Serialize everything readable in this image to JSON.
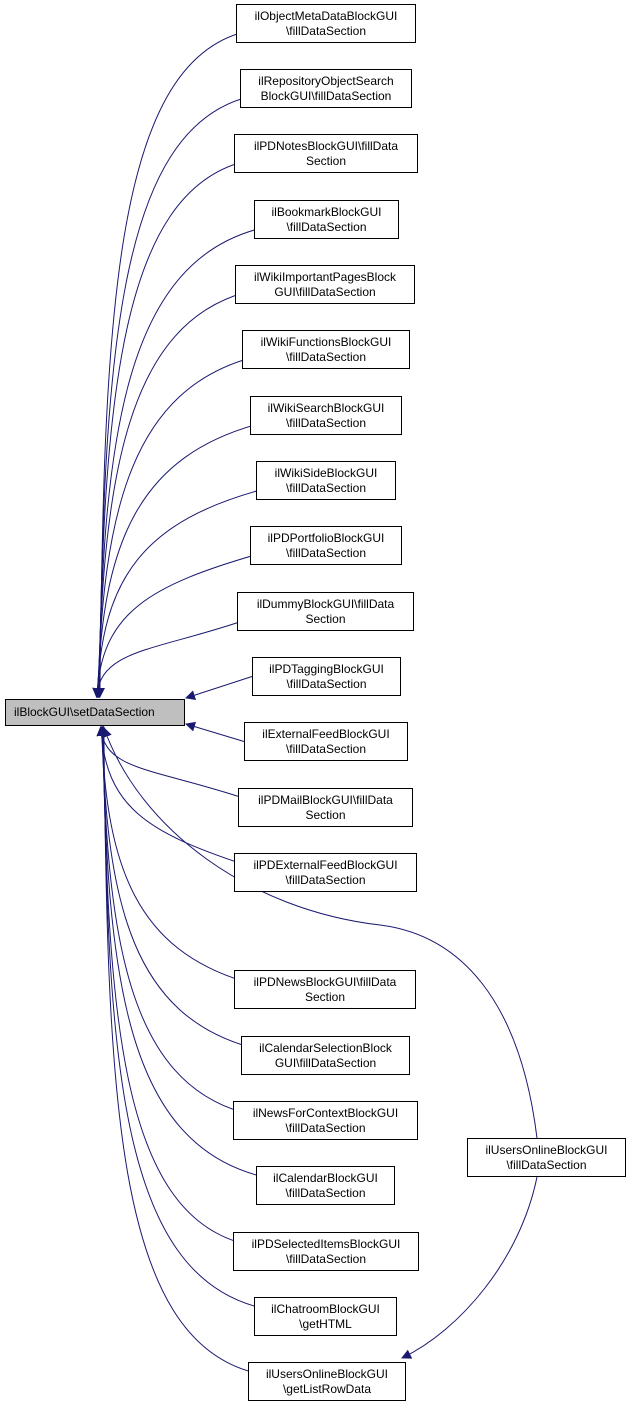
{
  "colors": {
    "edge": "#191970",
    "root_fill": "#bfbfbf",
    "node_fill": "#ffffff",
    "border": "#000000"
  },
  "root": {
    "label": "ilBlockGUI\\setDataSection"
  },
  "callers": [
    {
      "line1": "ilObjectMetaDataBlockGUI",
      "line2": "\\fillDataSection"
    },
    {
      "line1": "ilRepositoryObjectSearch",
      "line2": "BlockGUI\\fillDataSection"
    },
    {
      "line1": "ilPDNotesBlockGUI\\fillData",
      "line2": "Section"
    },
    {
      "line1": "ilBookmarkBlockGUI",
      "line2": "\\fillDataSection"
    },
    {
      "line1": "ilWikiImportantPagesBlock",
      "line2": "GUI\\fillDataSection"
    },
    {
      "line1": "ilWikiFunctionsBlockGUI",
      "line2": "\\fillDataSection"
    },
    {
      "line1": "ilWikiSearchBlockGUI",
      "line2": "\\fillDataSection"
    },
    {
      "line1": "ilWikiSideBlockGUI",
      "line2": "\\fillDataSection"
    },
    {
      "line1": "ilPDPortfolioBlockGUI",
      "line2": "\\fillDataSection"
    },
    {
      "line1": "ilDummyBlockGUI\\fillData",
      "line2": "Section"
    },
    {
      "line1": "ilPDTaggingBlockGUI",
      "line2": "\\fillDataSection"
    },
    {
      "line1": "ilExternalFeedBlockGUI",
      "line2": "\\fillDataSection"
    },
    {
      "line1": "ilPDMailBlockGUI\\fillData",
      "line2": "Section"
    },
    {
      "line1": "ilPDExternalFeedBlockGUI",
      "line2": "\\fillDataSection"
    },
    {
      "line1": "ilPDNewsBlockGUI\\fillData",
      "line2": "Section"
    },
    {
      "line1": "ilCalendarSelectionBlock",
      "line2": "GUI\\fillDataSection"
    },
    {
      "line1": "ilNewsForContextBlockGUI",
      "line2": "\\fillDataSection"
    },
    {
      "line1": "ilCalendarBlockGUI",
      "line2": "\\fillDataSection"
    },
    {
      "line1": "ilPDSelectedItemsBlockGUI",
      "line2": "\\fillDataSection"
    },
    {
      "line1": "ilChatroomBlockGUI",
      "line2": "\\getHTML"
    },
    {
      "line1": "ilUsersOnlineBlockGUI",
      "line2": "\\getListRowData"
    }
  ],
  "outer_caller": {
    "line1": "ilUsersOnlineBlockGUI",
    "line2": "\\fillDataSection"
  }
}
